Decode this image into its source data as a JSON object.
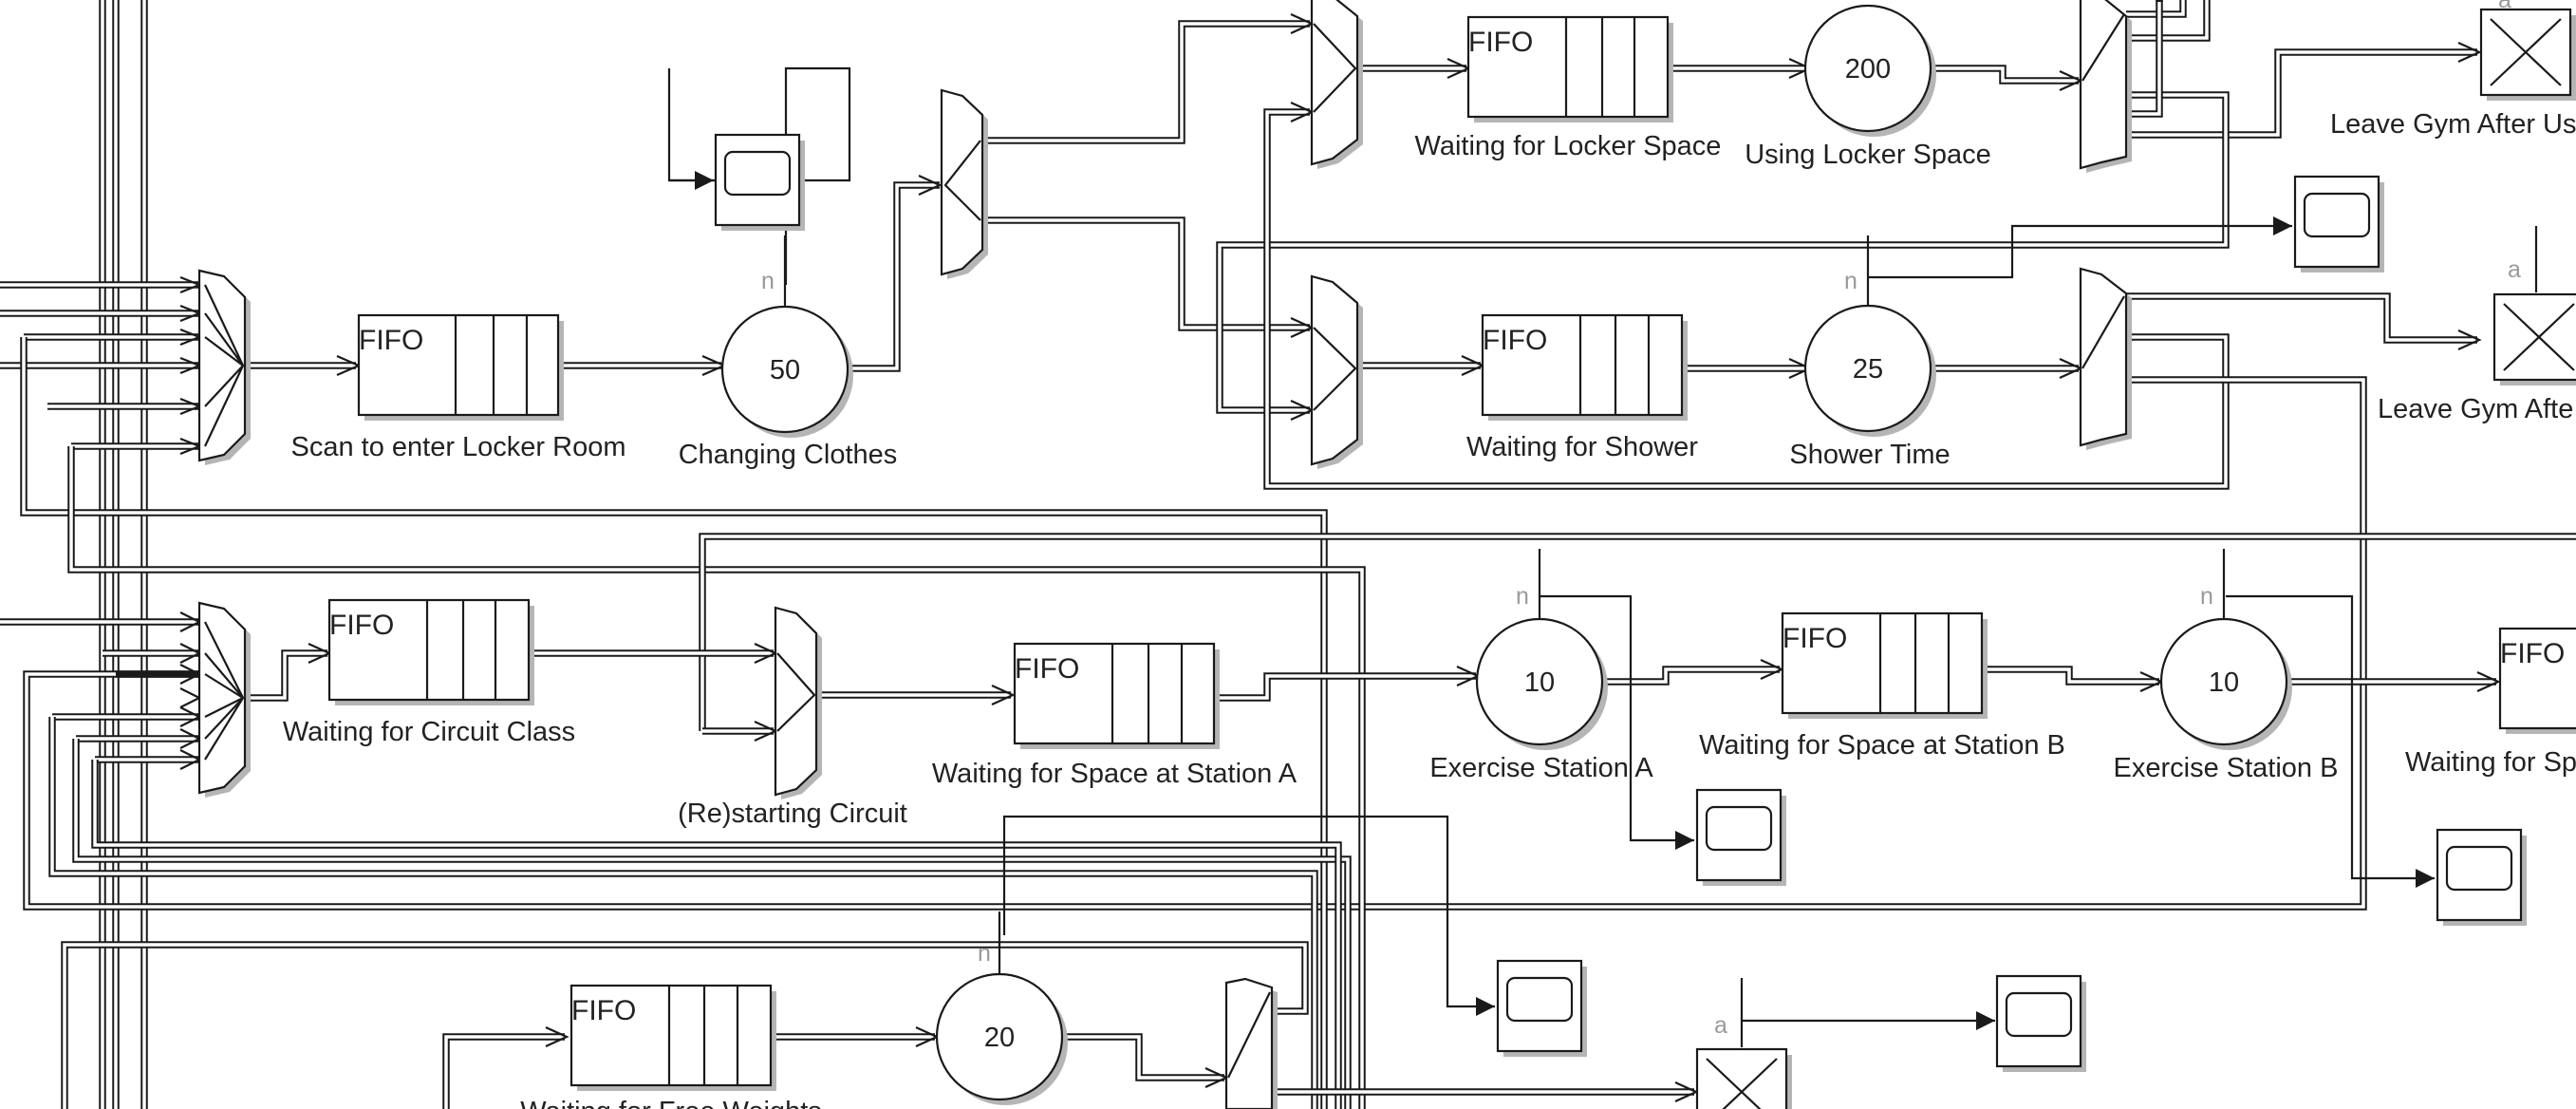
{
  "queues": [
    {
      "name": "Scan to enter Locker Room",
      "discipline": "FIFO"
    },
    {
      "name": "Waiting for Locker Space",
      "discipline": "FIFO"
    },
    {
      "name": "Waiting for Shower",
      "discipline": "FIFO"
    },
    {
      "name": "Waiting for Circuit Class",
      "discipline": "FIFO"
    },
    {
      "name": "Waiting for Space at Station A",
      "discipline": "FIFO"
    },
    {
      "name": "Waiting for Space at Station B",
      "discipline": "FIFO"
    },
    {
      "name": "Waiting for Sp",
      "discipline": "FIFO"
    },
    {
      "name": "Waiting for Free Weights",
      "discipline": "FIFO"
    }
  ],
  "servers": [
    {
      "name": "Changing Clothes",
      "capacity": "50",
      "port": "n"
    },
    {
      "name": "Using Locker Space",
      "capacity": "200"
    },
    {
      "name": "Shower Time",
      "capacity": "25",
      "port": "n"
    },
    {
      "name": "Exercise Station A",
      "capacity": "10",
      "port": "n"
    },
    {
      "name": "Exercise Station B",
      "capacity": "10",
      "port": "n"
    },
    {
      "name": "",
      "capacity": "20",
      "port": "n"
    }
  ],
  "terminators": [
    {
      "name": "Leave Gym After Us",
      "port": "a"
    },
    {
      "name": "Leave Gym Afte",
      "port": "a"
    },
    {
      "name": "",
      "port": "a"
    }
  ],
  "switches": [
    {
      "name": "(Re)starting Circuit"
    }
  ]
}
